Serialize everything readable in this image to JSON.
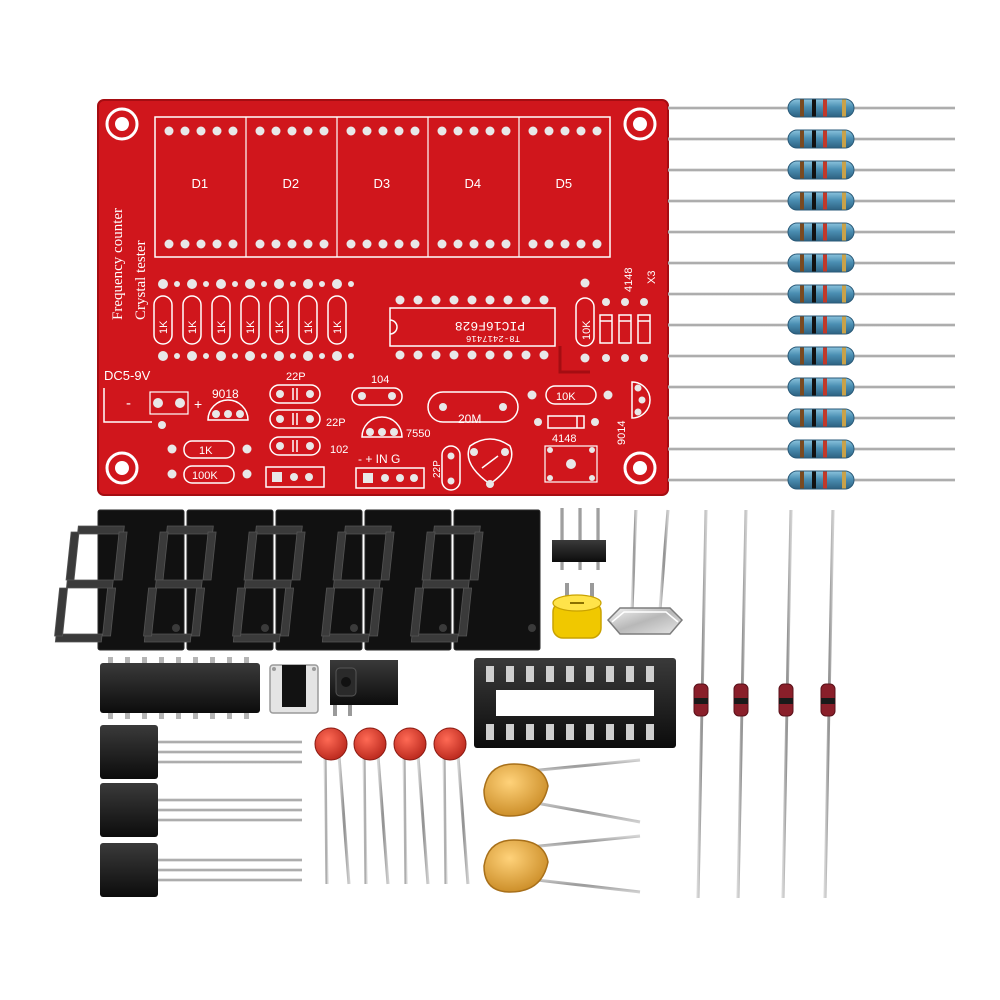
{
  "colors": {
    "pcb": "#d0161c",
    "pcb_dark": "#a50d12",
    "silkscreen": "#ffffff",
    "pad": "#e8e8e8",
    "resistor_body": "#4b8fb3",
    "display_body": "#111111",
    "segment_off": "#3a3a3a",
    "ceramic_cap": "#d43a2c",
    "tantalum_cap": "#e0a63a",
    "trimmer_cap": "#f0c800"
  },
  "board": {
    "title_line1": "Frequency  counter",
    "title_line2": "Crystal  tester",
    "display_labels": [
      "D1",
      "D2",
      "D3",
      "D4",
      "D5"
    ],
    "resistor_labels": [
      "1K",
      "1K",
      "1K",
      "1K",
      "1K",
      "1K",
      "1K"
    ],
    "chip_name": "PIC16F628",
    "chip_code": "T8-2417416",
    "label_10k_vertical": "10K",
    "label_4148": "4148",
    "label_x3": "X3",
    "label_dc": "DC5-9V",
    "label_minus": "-",
    "label_plus": "+",
    "label_9018": "9018",
    "label_22p_top": "22P",
    "label_104": "104",
    "label_22p_mid": "22P",
    "label_102": "102",
    "label_7550": "7550",
    "label_20m": "20M",
    "label_10k_horizontal": "10K",
    "label_4148_lower": "4148",
    "label_9014": "9014",
    "label_1k_lower": "1K",
    "label_100k": "100K",
    "label_in": "-  +  IN  G",
    "label_22p_vertical": "22P"
  },
  "kit_parts": [
    "pcb",
    "resistor-1k",
    "seven-segment-display",
    "pin-header",
    "trimmer-capacitor",
    "crystal-20mhz",
    "ic-pic16f628",
    "push-button",
    "dc-jack",
    "ic-socket-18",
    "transistor",
    "ceramic-capacitor",
    "tantalum-capacitor",
    "diode-1n4148"
  ],
  "icons": {
    "resistor": "resistor-icon",
    "display": "seven-segment-icon",
    "transistor": "transistor-icon",
    "diode": "diode-icon"
  }
}
